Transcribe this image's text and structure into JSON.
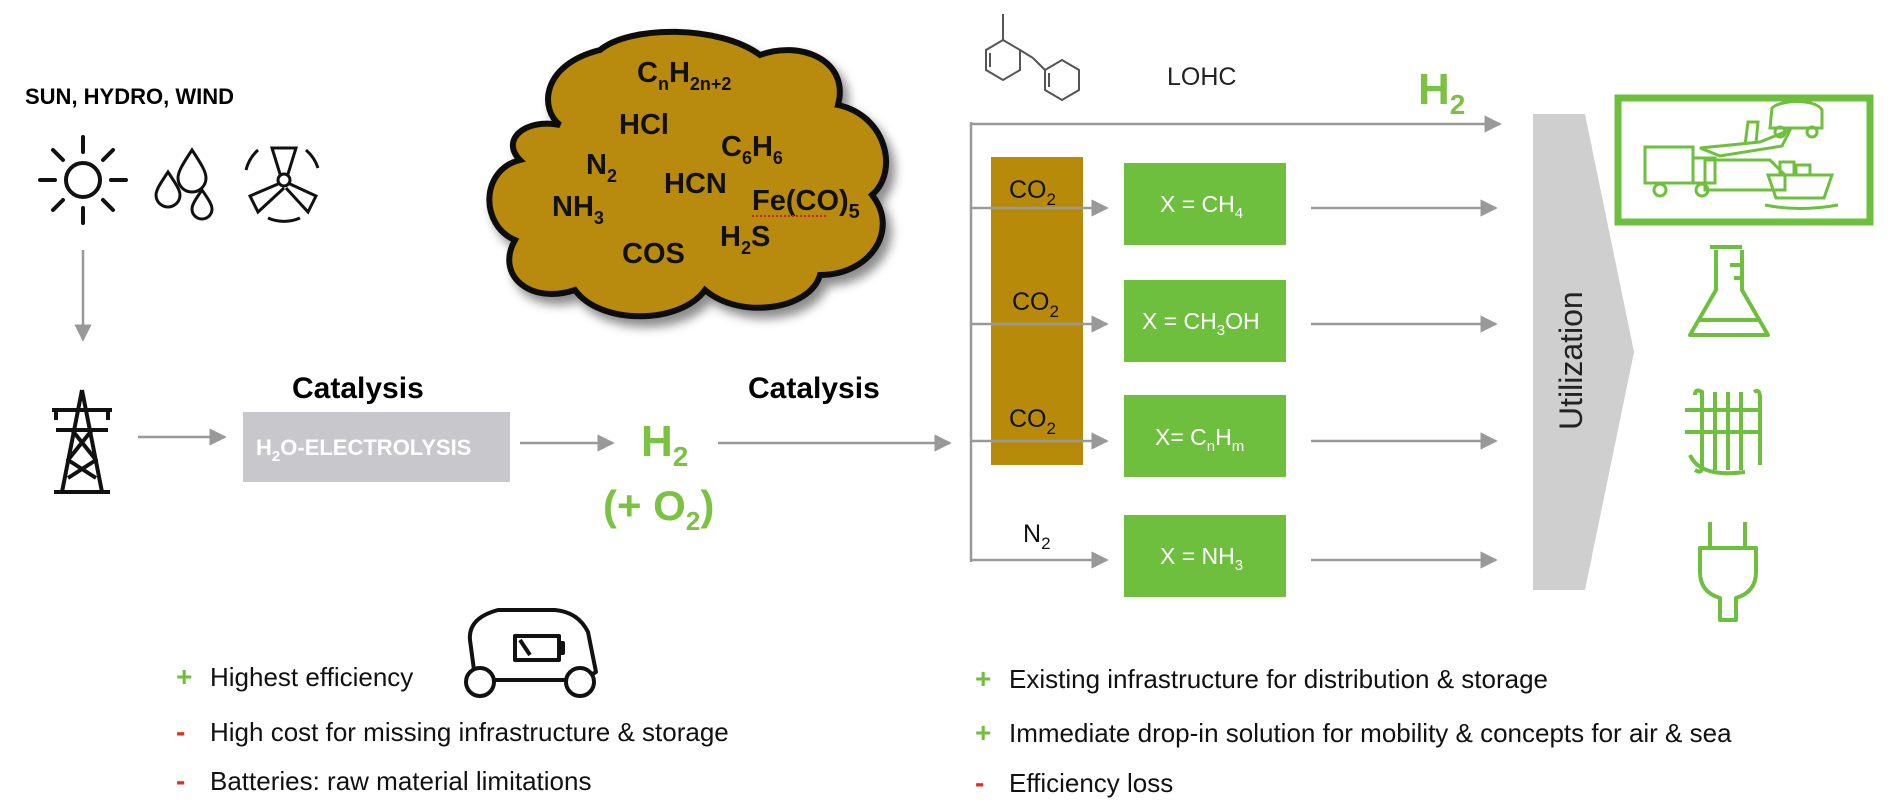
{
  "sources": {
    "label": "SUN, HYDRO, WIND",
    "icons": [
      "sun-icon",
      "water-drops-icon",
      "wind-turbine-icon"
    ]
  },
  "grid": {
    "icon": "power-pylon-icon"
  },
  "step1": {
    "catalysis": "Catalysis",
    "process": "ELECTROLYSIS",
    "process_prefix": "H",
    "process_sub": "2",
    "process_mid": "O-"
  },
  "product": {
    "h": "H",
    "h_sub": "2",
    "o_open": "(+ O",
    "o_sub": "2",
    "o_close": ")"
  },
  "step2": {
    "catalysis": "Catalysis"
  },
  "impurities": {
    "cnh": {
      "base": "C",
      "s1": "n",
      "mid": "H",
      "s2": "2n+2"
    },
    "hcl": "HCl",
    "c6h6": {
      "base": "C",
      "s1": "6",
      "mid": "H",
      "s2": "6"
    },
    "n2": {
      "base": "N",
      "s1": "2"
    },
    "hcn": "HCN",
    "feco5": {
      "base": "Fe(CO)",
      "s1": "5"
    },
    "nh3": {
      "base": "NH",
      "s1": "3"
    },
    "h2s": {
      "a": "H",
      "s1": "2",
      "b": "S"
    },
    "cos": "COS"
  },
  "lohc": {
    "label": "LOHC",
    "icon": "toluene-molecule-icon"
  },
  "branch_h2": {
    "h": "H",
    "sub": "2"
  },
  "co2_column": [
    {
      "base": "CO",
      "sub": "2"
    },
    {
      "base": "CO",
      "sub": "2"
    },
    {
      "base": "CO",
      "sub": "2"
    }
  ],
  "n2_input": {
    "base": "N",
    "sub": "2"
  },
  "products": [
    {
      "prefix": "X = CH",
      "sub": "4",
      "suffix": ""
    },
    {
      "prefix": "X = CH",
      "sub": "3",
      "suffix": "OH"
    },
    {
      "prefix": "X= C",
      "sub": "n",
      "suffix": "H",
      "sub2": "m"
    },
    {
      "prefix": "X = NH",
      "sub": "3",
      "suffix": ""
    }
  ],
  "utilization": {
    "label": "Utilization"
  },
  "uses": [
    "mobility-vehicles-icon",
    "chemistry-flask-icon",
    "heat-exchanger-icon",
    "power-plug-icon"
  ],
  "car_icon": "electric-car-battery-icon",
  "left_points": [
    {
      "sign": "+",
      "kind": "plus",
      "text": "Highest efficiency"
    },
    {
      "sign": "-",
      "kind": "minus",
      "text": "High cost for missing infrastructure & storage"
    },
    {
      "sign": "-",
      "kind": "minus",
      "text": "Batteries: raw material limitations"
    }
  ],
  "right_points": [
    {
      "sign": "+",
      "kind": "plus",
      "text": "Existing infrastructure for distribution & storage"
    },
    {
      "sign": "+",
      "kind": "plus",
      "text": "Immediate drop-in solution for mobility & concepts for air & sea"
    },
    {
      "sign": "-",
      "kind": "minus",
      "text": "Efficiency loss"
    }
  ],
  "colors": {
    "green": "#6fbf3f",
    "gold": "#b88a0a",
    "gray_arrow": "#999999",
    "electrolysis_box": "#c8c8cc",
    "util_shape": "#cfcfcf"
  }
}
